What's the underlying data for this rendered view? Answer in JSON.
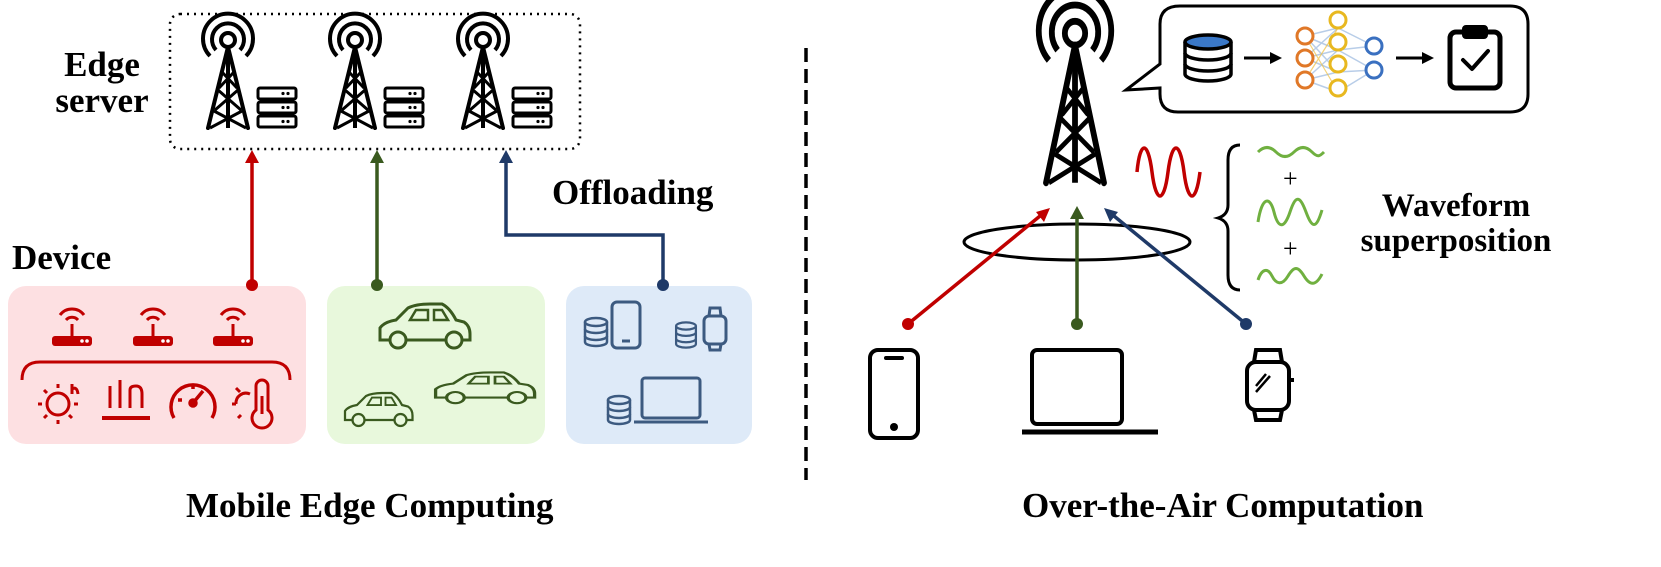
{
  "left_panel": {
    "edge_server_label_line1": "Edge",
    "edge_server_label_line2": "server",
    "device_label": "Device",
    "offloading_label": "Offloading",
    "caption": "Mobile Edge Computing"
  },
  "right_panel": {
    "waveform_label_line1": "Waveform",
    "waveform_label_line2": "superposition",
    "plus_1": "+",
    "plus_2": "+",
    "caption": "Over-the-Air Computation"
  },
  "colors": {
    "red": "#c00000",
    "green": "#3a5a1f",
    "navy": "#1f3a68",
    "light_green": "#70b040",
    "red_box": "#fde0e2",
    "green_box": "#e8f8dc",
    "blue_box": "#deeaf8",
    "device_icon_blue": "#3c5a80"
  },
  "icons": [
    "tower-icon",
    "server-rack-icon",
    "router-icon",
    "sun-sensor-icon",
    "humidity-sensor-icon",
    "gauge-icon",
    "thermometer-icon",
    "car-icon",
    "database-icon",
    "smartphone-icon",
    "smartwatch-icon",
    "laptop-icon",
    "neural-network-icon",
    "clipboard-check-icon"
  ]
}
